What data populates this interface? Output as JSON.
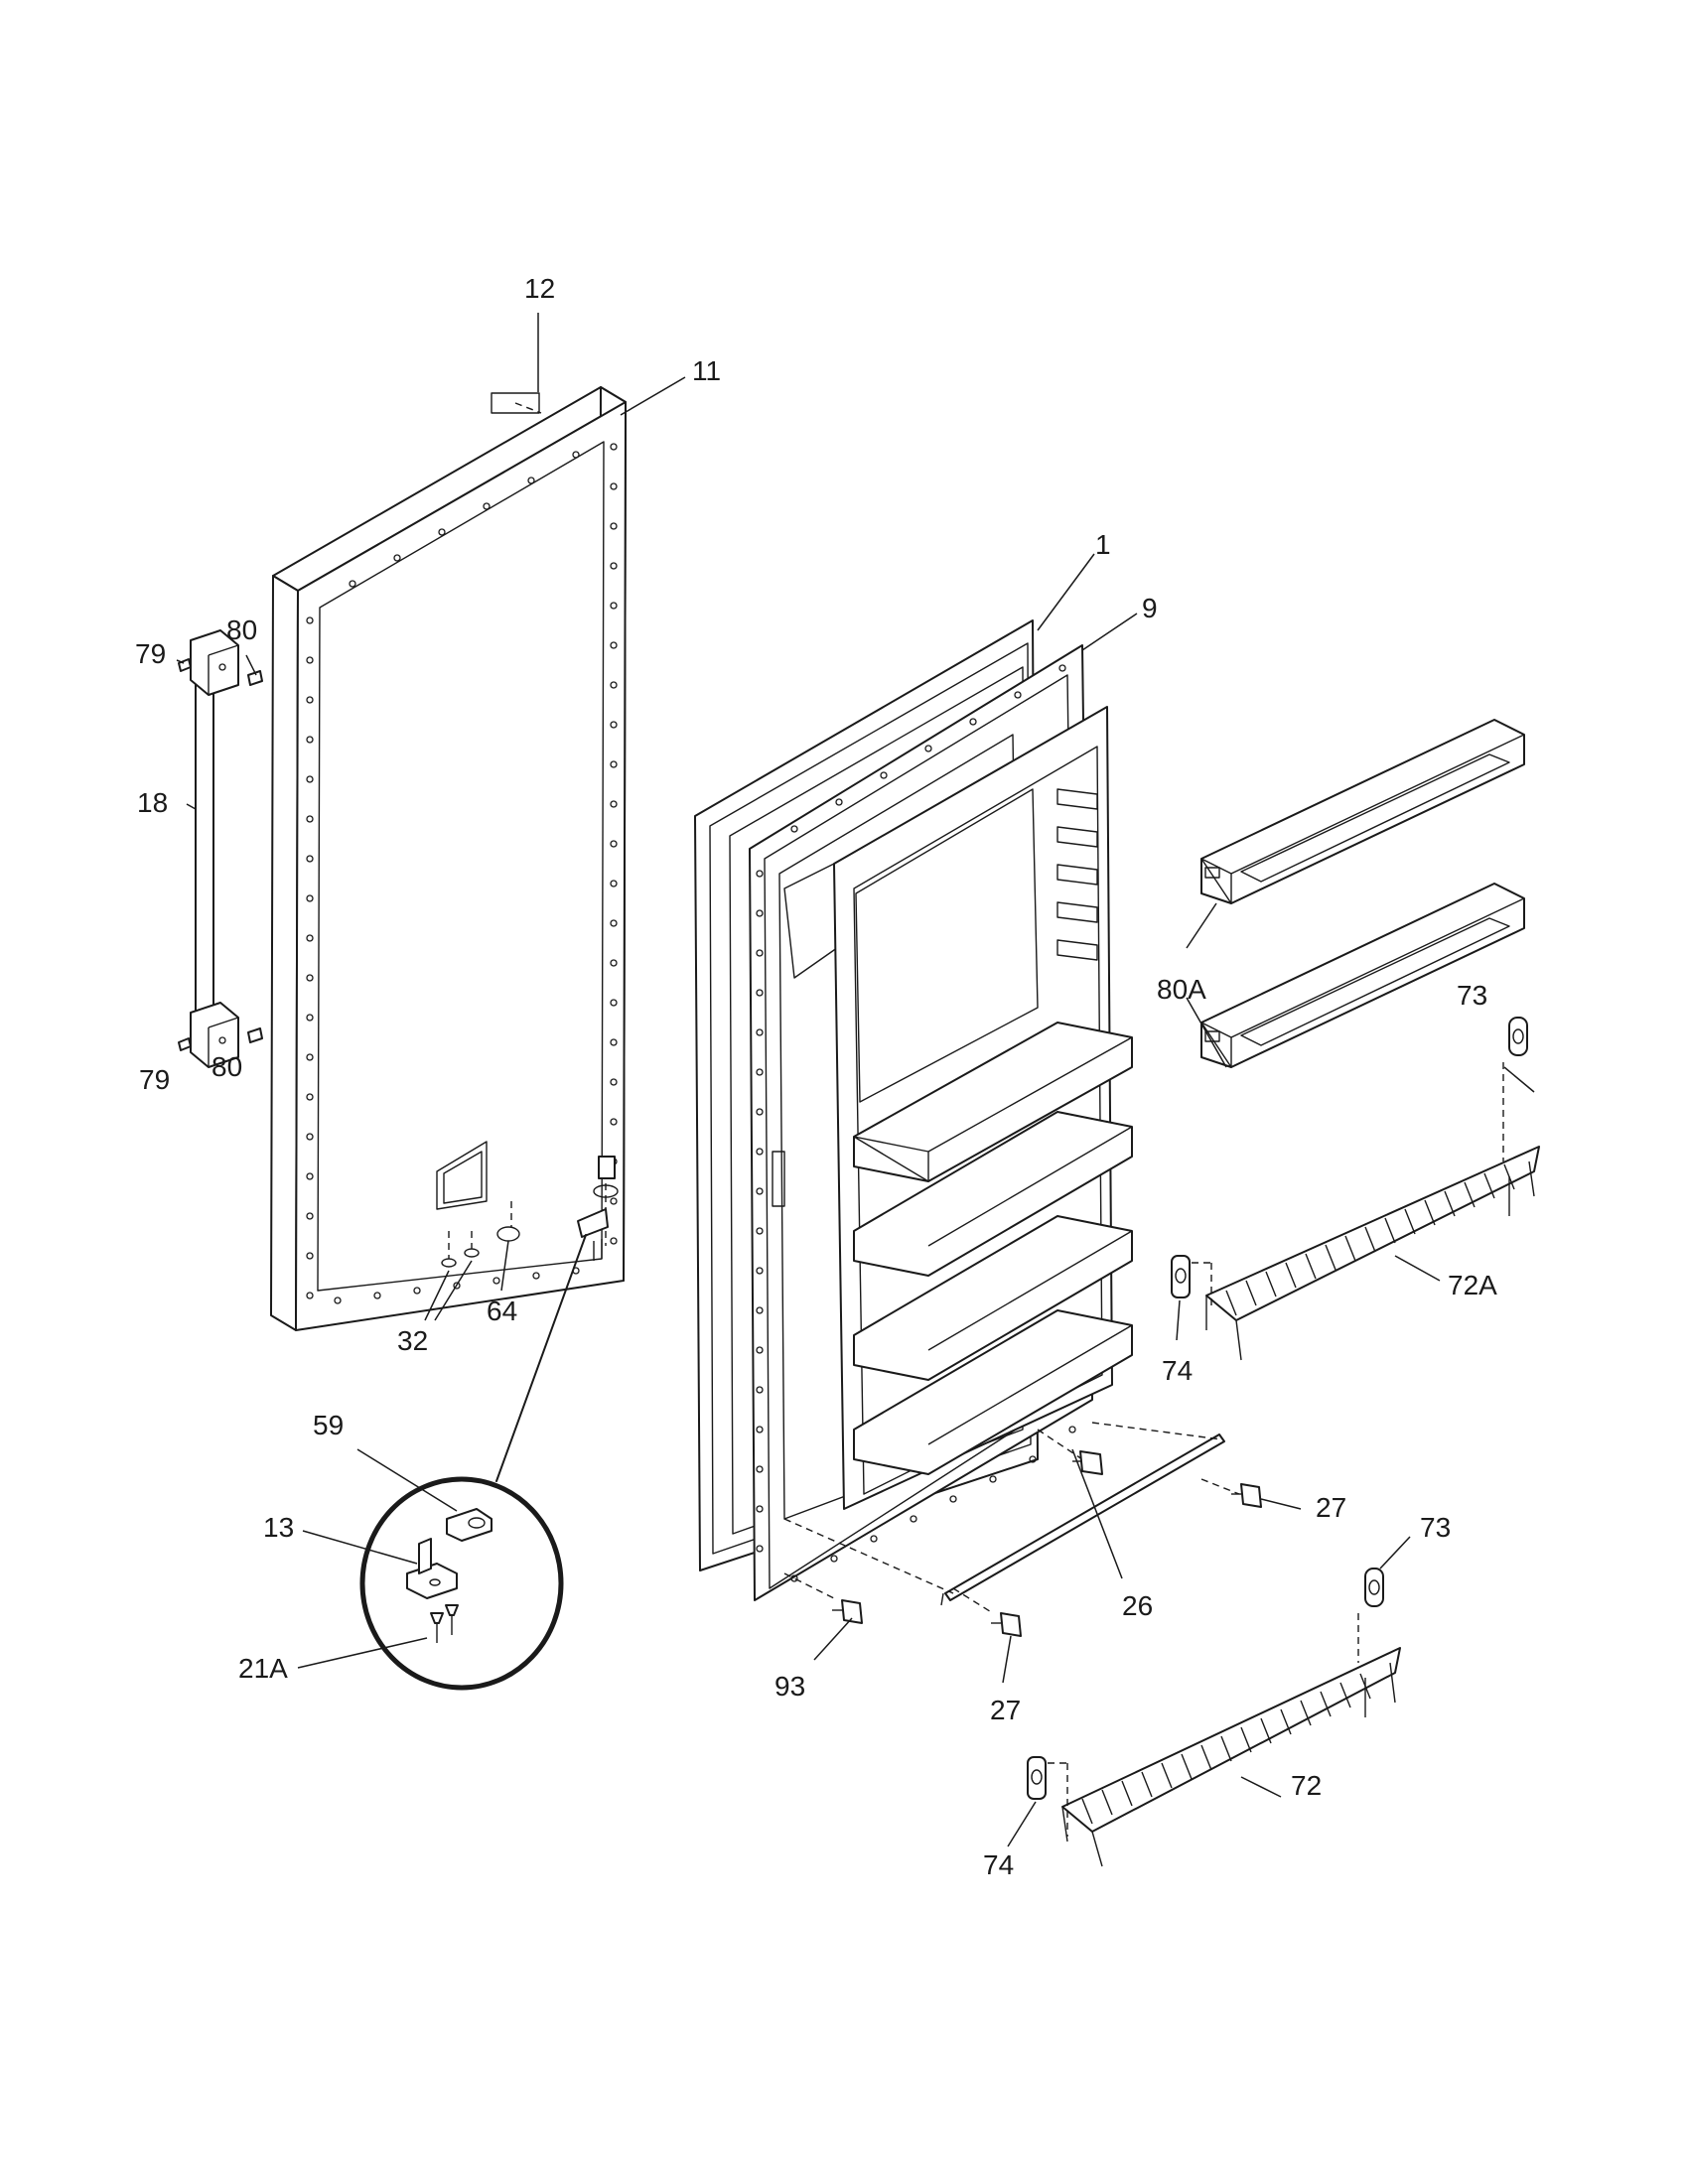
{
  "callouts": {
    "c12": "12",
    "c11": "11",
    "c1": "1",
    "c9": "9",
    "c79a": "79",
    "c80a": "80",
    "c18": "18",
    "c79b": "79",
    "c80b": "80",
    "c80A": "80A",
    "c73a": "73",
    "c72A": "72A",
    "c74a": "74",
    "c32": "32",
    "c64": "64",
    "c59": "59",
    "c13": "13",
    "c21A": "21A",
    "c27a": "27",
    "c26": "26",
    "c93": "93",
    "c27b": "27",
    "c73b": "73",
    "c72": "72",
    "c74b": "74"
  }
}
